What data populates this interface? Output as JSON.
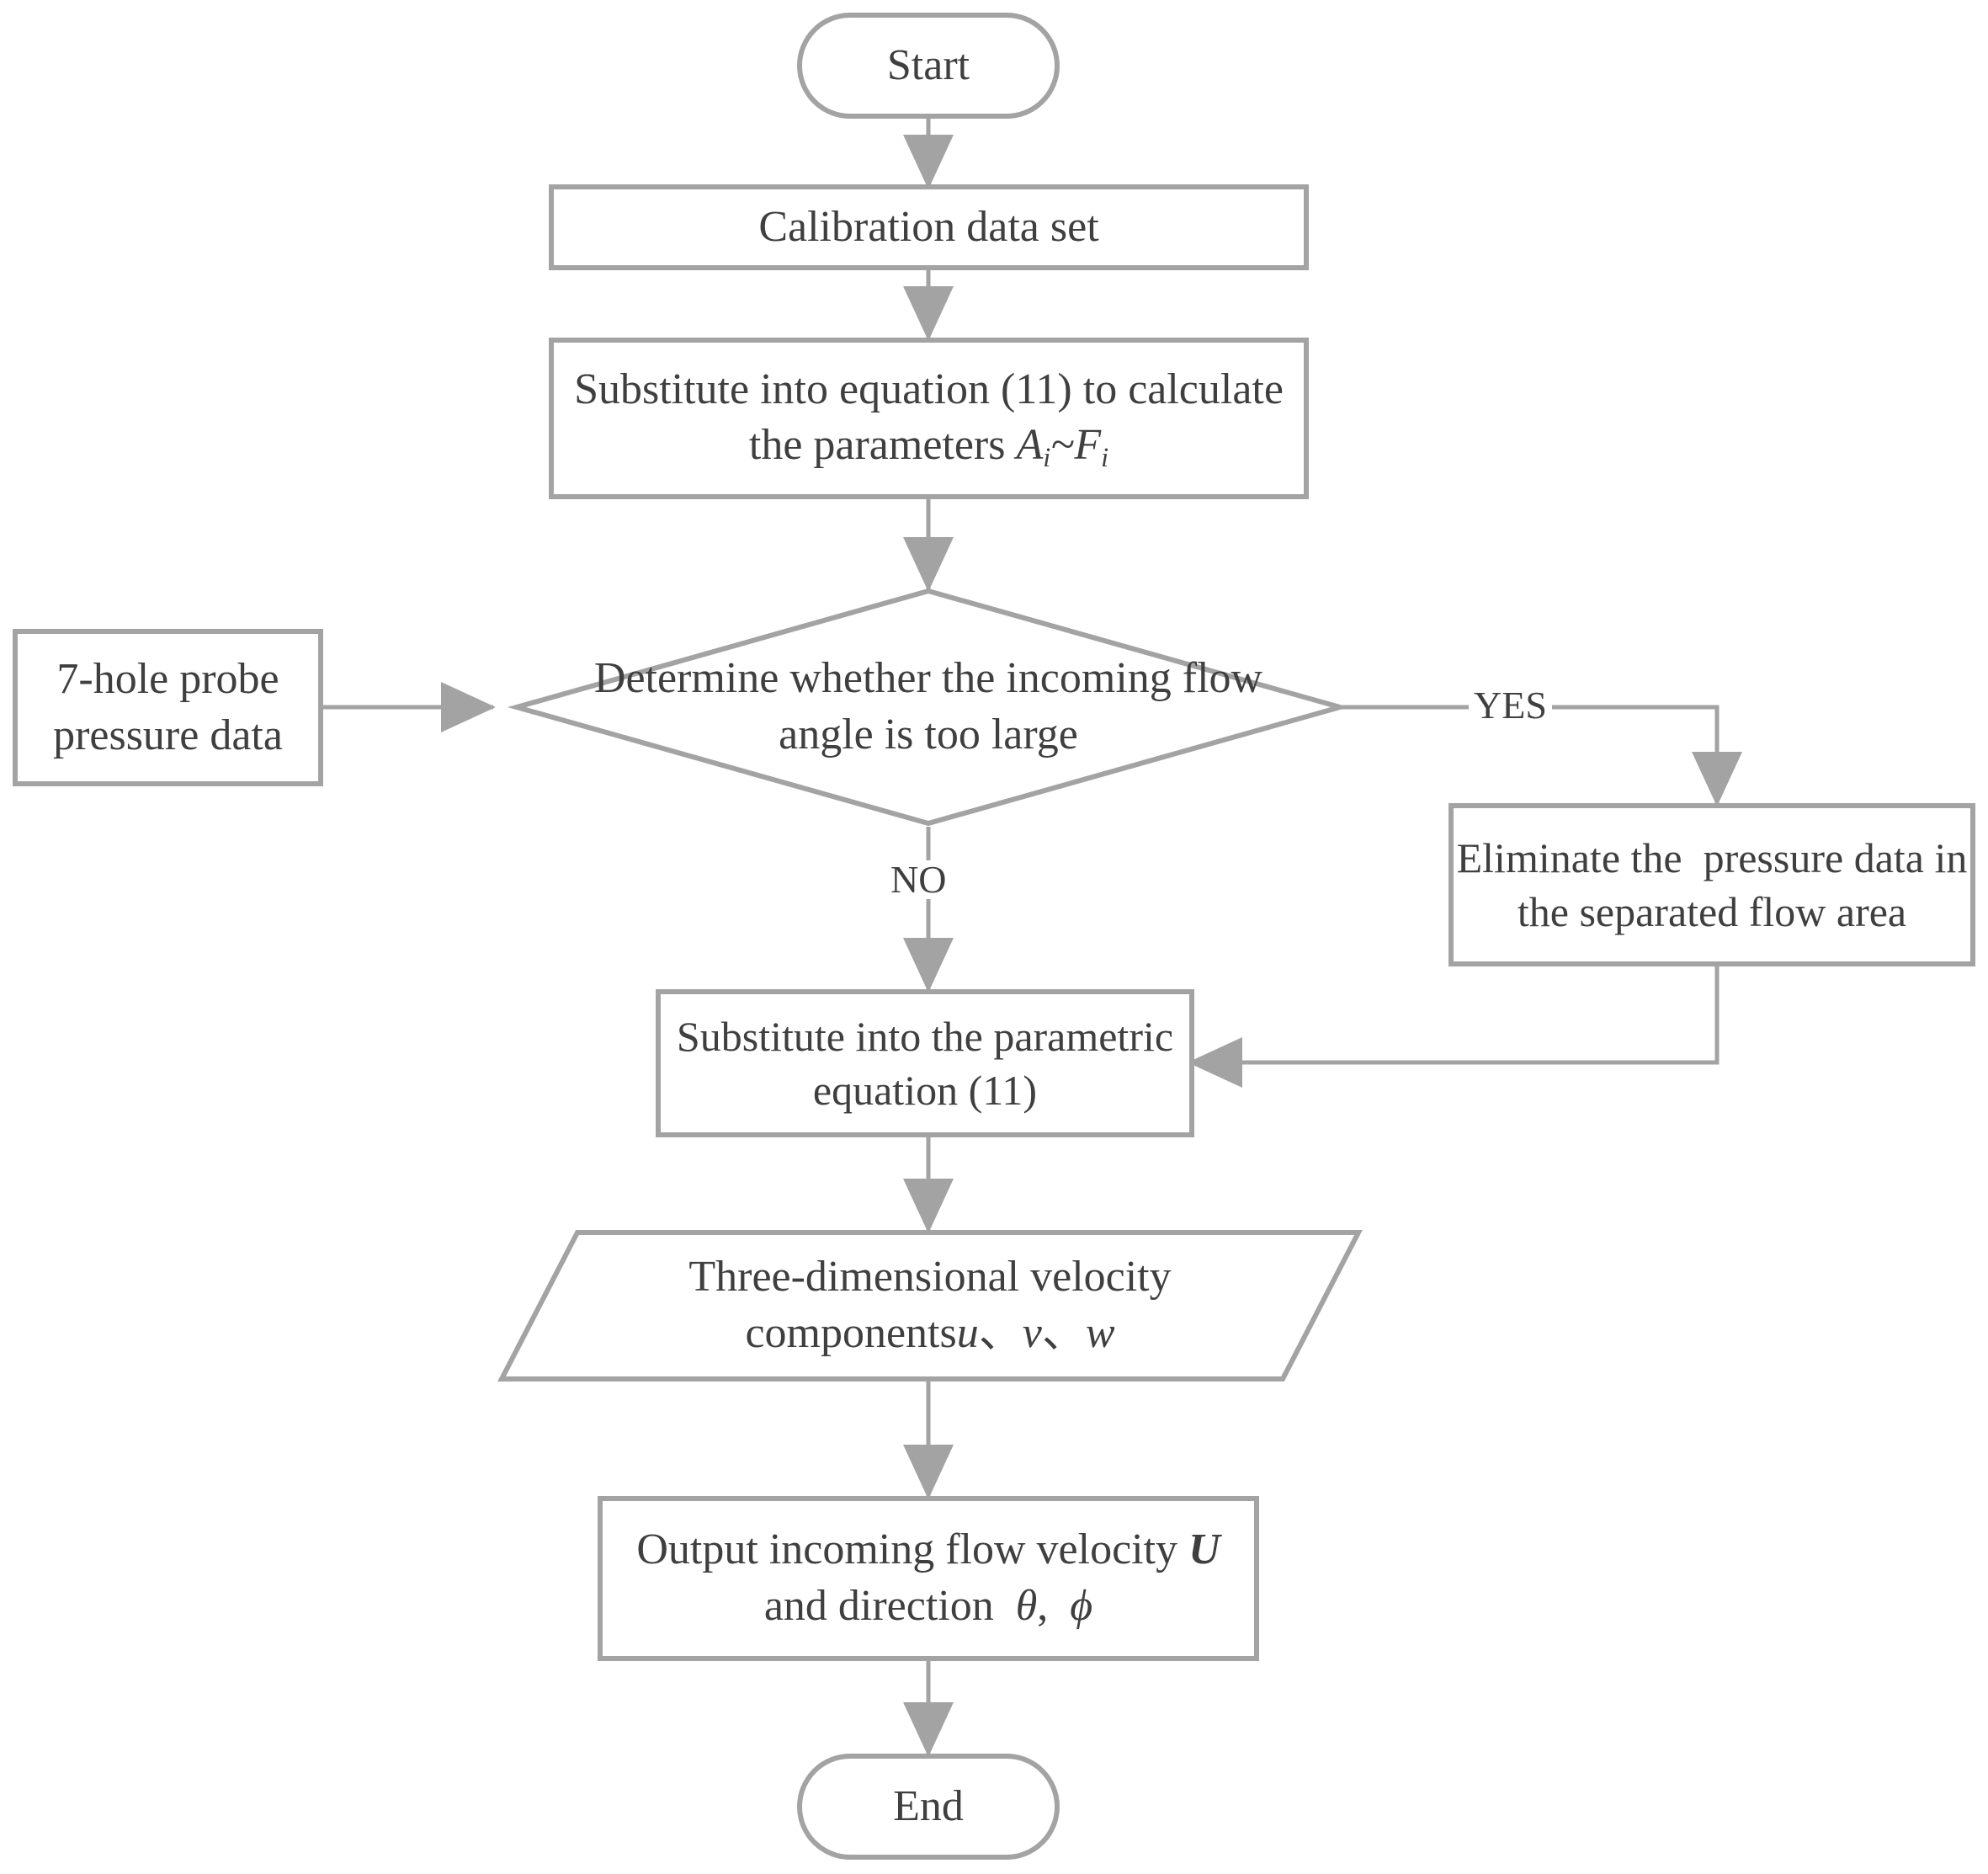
{
  "diagram": {
    "title": "Seven-hole probe data processing flowchart",
    "type": "flowchart",
    "colors": {
      "stroke": "#a3a3a3",
      "fill": "#ffffff",
      "text": "#3f3f3f",
      "background": "#ffffff"
    }
  },
  "nodes": {
    "start": {
      "label": "Start",
      "shape": "terminator"
    },
    "calibration": {
      "label": "Calibration data set",
      "shape": "process"
    },
    "substitute_eq11": {
      "line1": "Substitute into equation (11) to calculate",
      "line2_prefix": "the parameters ",
      "param_a": "A",
      "param_a_sub": "i",
      "param_sep": "~",
      "param_f": "F",
      "param_f_sub": "i",
      "shape": "process"
    },
    "probe_data": {
      "line1": "7-hole probe",
      "line2": "pressure data",
      "shape": "process"
    },
    "decision": {
      "line1": "Determine whether the incoming flow",
      "line2": "angle is too large",
      "shape": "decision"
    },
    "eliminate": {
      "line1": "Eliminate the  pressure data in",
      "line2": "the separated flow area",
      "shape": "process"
    },
    "parametric_eq11": {
      "line1": "Substitute into the parametric",
      "line2": "equation (11)",
      "shape": "process"
    },
    "velocity_components": {
      "line1": "Three-dimensional velocity",
      "line2_prefix": "components",
      "var_u": "u",
      "sep1": "、",
      "var_v": "v",
      "sep2": "、",
      "var_w": "w",
      "shape": "parallelogram"
    },
    "output": {
      "line1_prefix": "Output incoming flow velocity ",
      "var_U": "U",
      "line2_prefix": "and direction  ",
      "var_theta": "θ",
      "comma": ",  ",
      "var_phi": "ϕ",
      "shape": "process"
    },
    "end": {
      "label": "End",
      "shape": "terminator"
    }
  },
  "edge_labels": {
    "yes": "YES",
    "no": "NO"
  }
}
